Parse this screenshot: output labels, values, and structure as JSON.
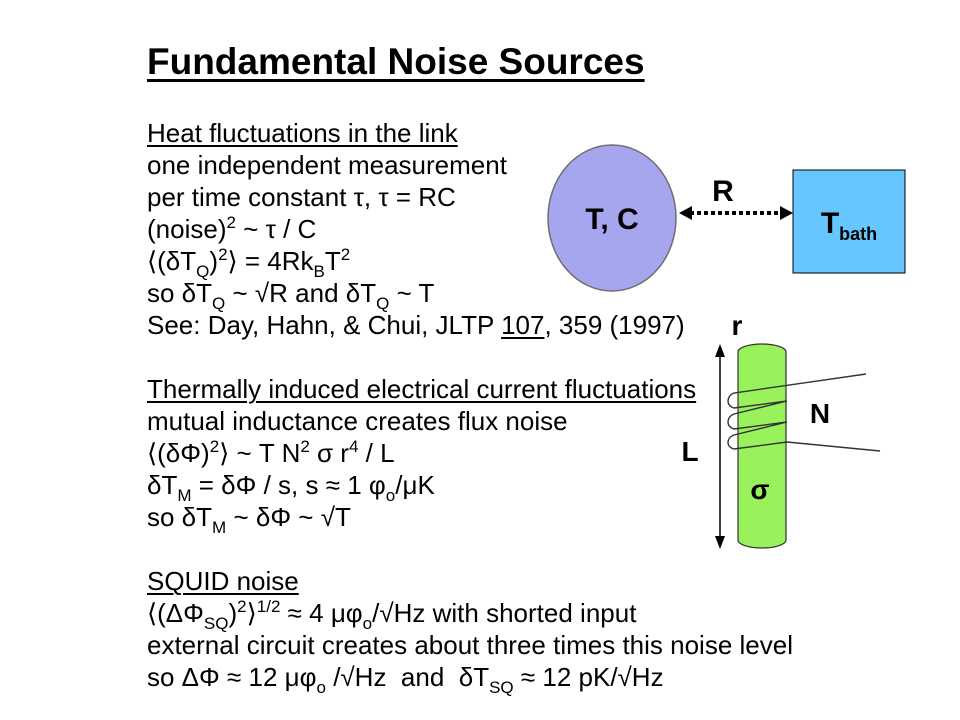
{
  "title": "Fundamental Noise Sources",
  "heat_fluctuations": {
    "heading": "Heat fluctuations in the link",
    "lines": [
      [
        "one independent measurement"
      ],
      [
        "per time constant τ, τ = RC"
      ],
      [
        "(noise)",
        "2",
        " ~ τ / C"
      ],
      [
        "⟨(δT",
        "Q",
        ")",
        "2",
        "⟩ = 4Rk",
        "B",
        "T",
        "2"
      ],
      [
        "so δT",
        "Q",
        " ~ √R and δT",
        "Q",
        " ~ T"
      ],
      [
        "See: Day, Hahn, & Chui, JLTP ",
        "107",
        ", 359 (1997)"
      ]
    ]
  },
  "current_fluctuations": {
    "heading": "Thermally induced electrical current fluctuations",
    "lines": [
      [
        "mutual inductance creates flux noise"
      ],
      [
        "⟨(δΦ)",
        "2",
        "⟩ ~ T N",
        "2",
        " σ r",
        "4",
        " / L"
      ],
      [
        "δT",
        "M",
        " = δΦ / s, s ≈ 1 φ",
        "o",
        "/μK"
      ],
      [
        "so δT",
        "M",
        " ~ δΦ ~ √T"
      ]
    ]
  },
  "squid_noise": {
    "heading": "SQUID noise",
    "lines": [
      [
        "⟨(ΔΦ",
        "SQ",
        ")",
        "2",
        "⟩",
        "1/2",
        " ≈ 4 μφ",
        "o",
        "/√Hz with shorted input"
      ],
      [
        "external circuit creates about three times this noise level"
      ],
      [
        "so ΔΦ ≈ 12 μφ",
        "o",
        " /√Hz  and  δT",
        "SQ",
        " ≈ 12 pK/√Hz"
      ]
    ]
  },
  "thermal_diagram": {
    "body_label": "T, C",
    "link_label": "R",
    "bath_label": "T",
    "bath_subscript": "bath",
    "colors": {
      "body": "#a6a6ee",
      "bath": "#66c6ff"
    }
  },
  "coil_diagram": {
    "radius_label": "r",
    "turns_label": "N",
    "length_label": "L",
    "conductivity_label": "σ",
    "colors": {
      "cylinder": "#99f25c"
    }
  }
}
